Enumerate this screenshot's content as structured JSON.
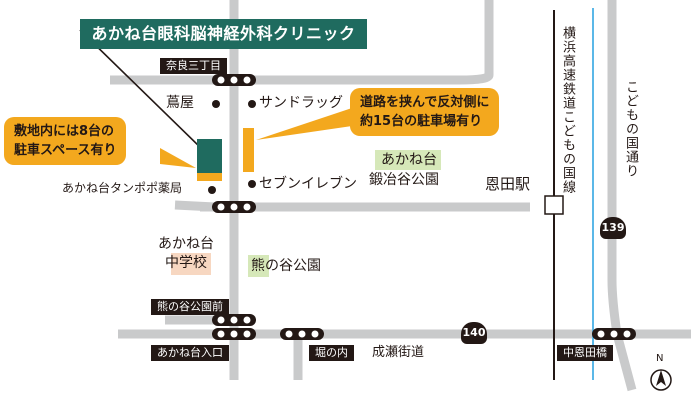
{
  "title": "あかね台眼科脳神経外科クリニック",
  "callout_left": {
    "line1": "敷地内には8台の",
    "line2": "駐車スペース有り"
  },
  "callout_right": {
    "line1": "道路を挟んで反対側に",
    "line2": "約15台の駐車場有り"
  },
  "intersections": {
    "nara_sanchome": "奈良三丁目",
    "kumanoya_koenmae": "熊の谷公園前",
    "akanedai_iriguchi": "あかね台入口",
    "hori_no_uchi": "堀の内",
    "naka_onda_bashi": "中恩田橋"
  },
  "landmarks": {
    "tsutaya": "蔦屋",
    "sundrug": "サンドラッグ",
    "seven_eleven": "セブンイレブン",
    "tanpopo": "あかね台タンポポ薬局",
    "station": "恩田駅",
    "school_line1": "あかね台",
    "school_line2": "中学校",
    "park_kaji_line1": "あかね台",
    "park_kaji_line2": "鍛冶谷公園",
    "park_kuma_prefix": "熊",
    "park_kuma_rest": "の谷公園"
  },
  "roads": {
    "narusekaido": "成瀬街道",
    "route_140": "140",
    "route_139": "139",
    "railway": "横浜高速鉄道こどもの国線",
    "kodomonokuni_dori": "こどもの国通り"
  },
  "north": "N",
  "colors": {
    "road": "#c9cacb",
    "clinic": "#1f6b5f",
    "accent": "#f3a81e",
    "park": "#d6e8b9",
    "school": "#f7d7c1",
    "river": "#5bb8e8",
    "rail": "#231815"
  }
}
